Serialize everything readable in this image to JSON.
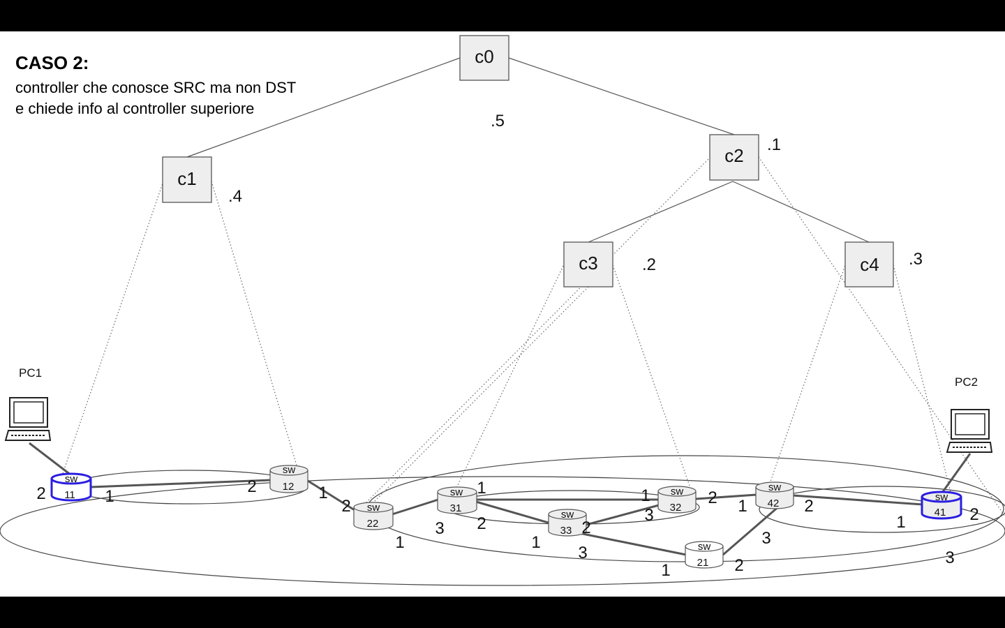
{
  "heading": {
    "title": "CASO 2:",
    "line1": "controller che conosce SRC ma non DST",
    "line2": "e chiede info al controller superiore"
  },
  "controllers": [
    {
      "id": "c0",
      "label": "c0",
      "weight": ".5"
    },
    {
      "id": "c1",
      "label": "c1",
      "weight": ".4"
    },
    {
      "id": "c2",
      "label": "c2",
      "weight": ".1"
    },
    {
      "id": "c3",
      "label": "c3",
      "weight": ".2"
    },
    {
      "id": "c4",
      "label": "c4",
      "weight": ".3"
    }
  ],
  "switches": [
    {
      "id": "11",
      "type": "sw",
      "number": "11",
      "highlighted": true
    },
    {
      "id": "12",
      "type": "sw",
      "number": "12",
      "highlighted": false
    },
    {
      "id": "22",
      "type": "sw",
      "number": "22",
      "highlighted": false
    },
    {
      "id": "31",
      "type": "sw",
      "number": "31",
      "highlighted": false
    },
    {
      "id": "33",
      "type": "sw",
      "number": "33",
      "highlighted": false
    },
    {
      "id": "32",
      "type": "sw",
      "number": "32",
      "highlighted": false
    },
    {
      "id": "42",
      "type": "sw",
      "number": "42",
      "highlighted": false
    },
    {
      "id": "21",
      "type": "sw",
      "number": "21",
      "highlighted": false
    },
    {
      "id": "41",
      "type": "sw",
      "number": "41",
      "highlighted": true
    }
  ],
  "hosts": [
    {
      "id": "pc1",
      "label": "PC1"
    },
    {
      "id": "pc2",
      "label": "PC2"
    }
  ],
  "ports": [
    "2",
    "1",
    "2",
    "1",
    "2",
    "1",
    "3",
    "2",
    "1",
    "3",
    "1",
    "2",
    "3",
    "1",
    "2",
    "1",
    "2",
    "1",
    "2",
    "3",
    "3"
  ],
  "colors": {
    "highlight": "#2a1ee0",
    "controller_fill": "#eeeeee",
    "switch_fill": "#eeeeee"
  }
}
